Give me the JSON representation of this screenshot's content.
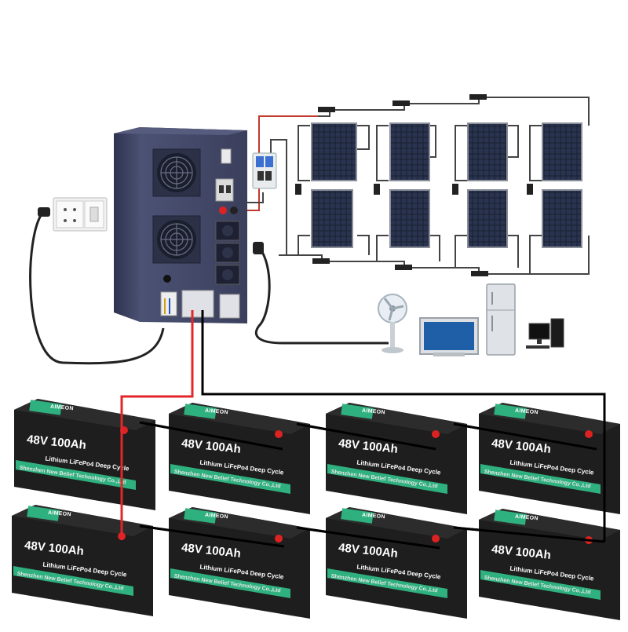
{
  "battery": {
    "brand": "AIMEON",
    "model": "48V 100Ah",
    "chemistry": "Lithium LiFePo4 Deep Cycle",
    "maker": "Shenzhen New Belief Technology Co.,Ltd"
  },
  "colors": {
    "inverter_body": "#3f4460",
    "battery_body": "#222222",
    "battery_stripe": "#2fb07f",
    "positive_wire": "#e2262a",
    "negative_wire": "#000000",
    "pv_wire": "#444444",
    "panel_cell": "#1b2233"
  },
  "components": {
    "inverter_icon": "inverter-icon",
    "panel_icon": "solar-panel-icon",
    "breaker_icon": "dc-breaker-icon",
    "outlet_icon": "wall-socket-icon",
    "fan_icon": "electric-fan-icon",
    "tv_icon": "television-icon",
    "fridge_icon": "refrigerator-icon",
    "computer_icon": "desktop-computer-icon"
  }
}
